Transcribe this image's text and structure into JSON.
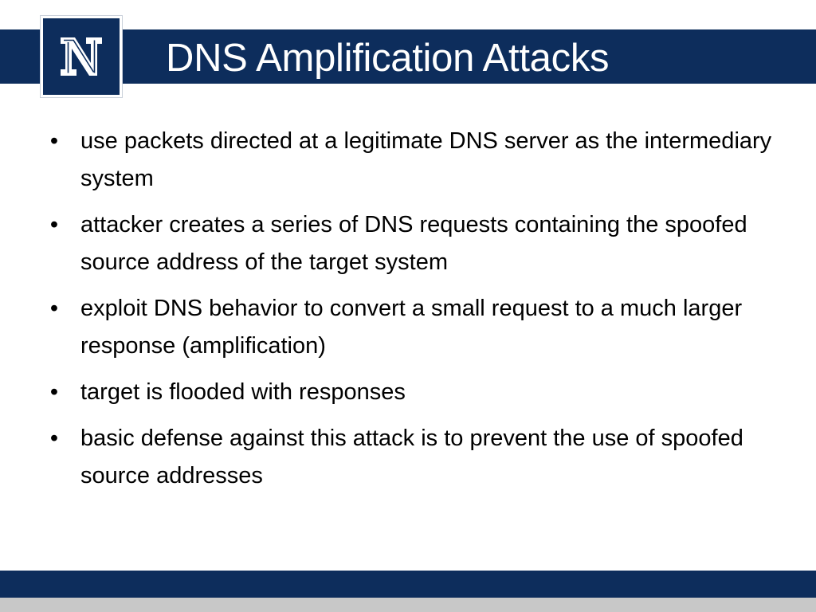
{
  "slide": {
    "title": "DNS Amplification Attacks",
    "logo": {
      "icon": "university-n-logo",
      "text": "N"
    },
    "bullet_glyph": "•",
    "bullets": [
      "use packets directed at a legitimate DNS server as the intermediary system",
      "attacker creates a series of DNS requests containing the spoofed source address of the target system",
      "exploit DNS behavior to convert a small request to a much larger response (amplification)",
      "target is flooded with responses",
      "basic defense against this attack is to prevent the use of spoofed source addresses"
    ]
  },
  "colors": {
    "brand_navy": "#0d2d5c",
    "footer_gray": "#c8c8c8",
    "title_text": "#ffffff",
    "body_text": "#000000"
  }
}
